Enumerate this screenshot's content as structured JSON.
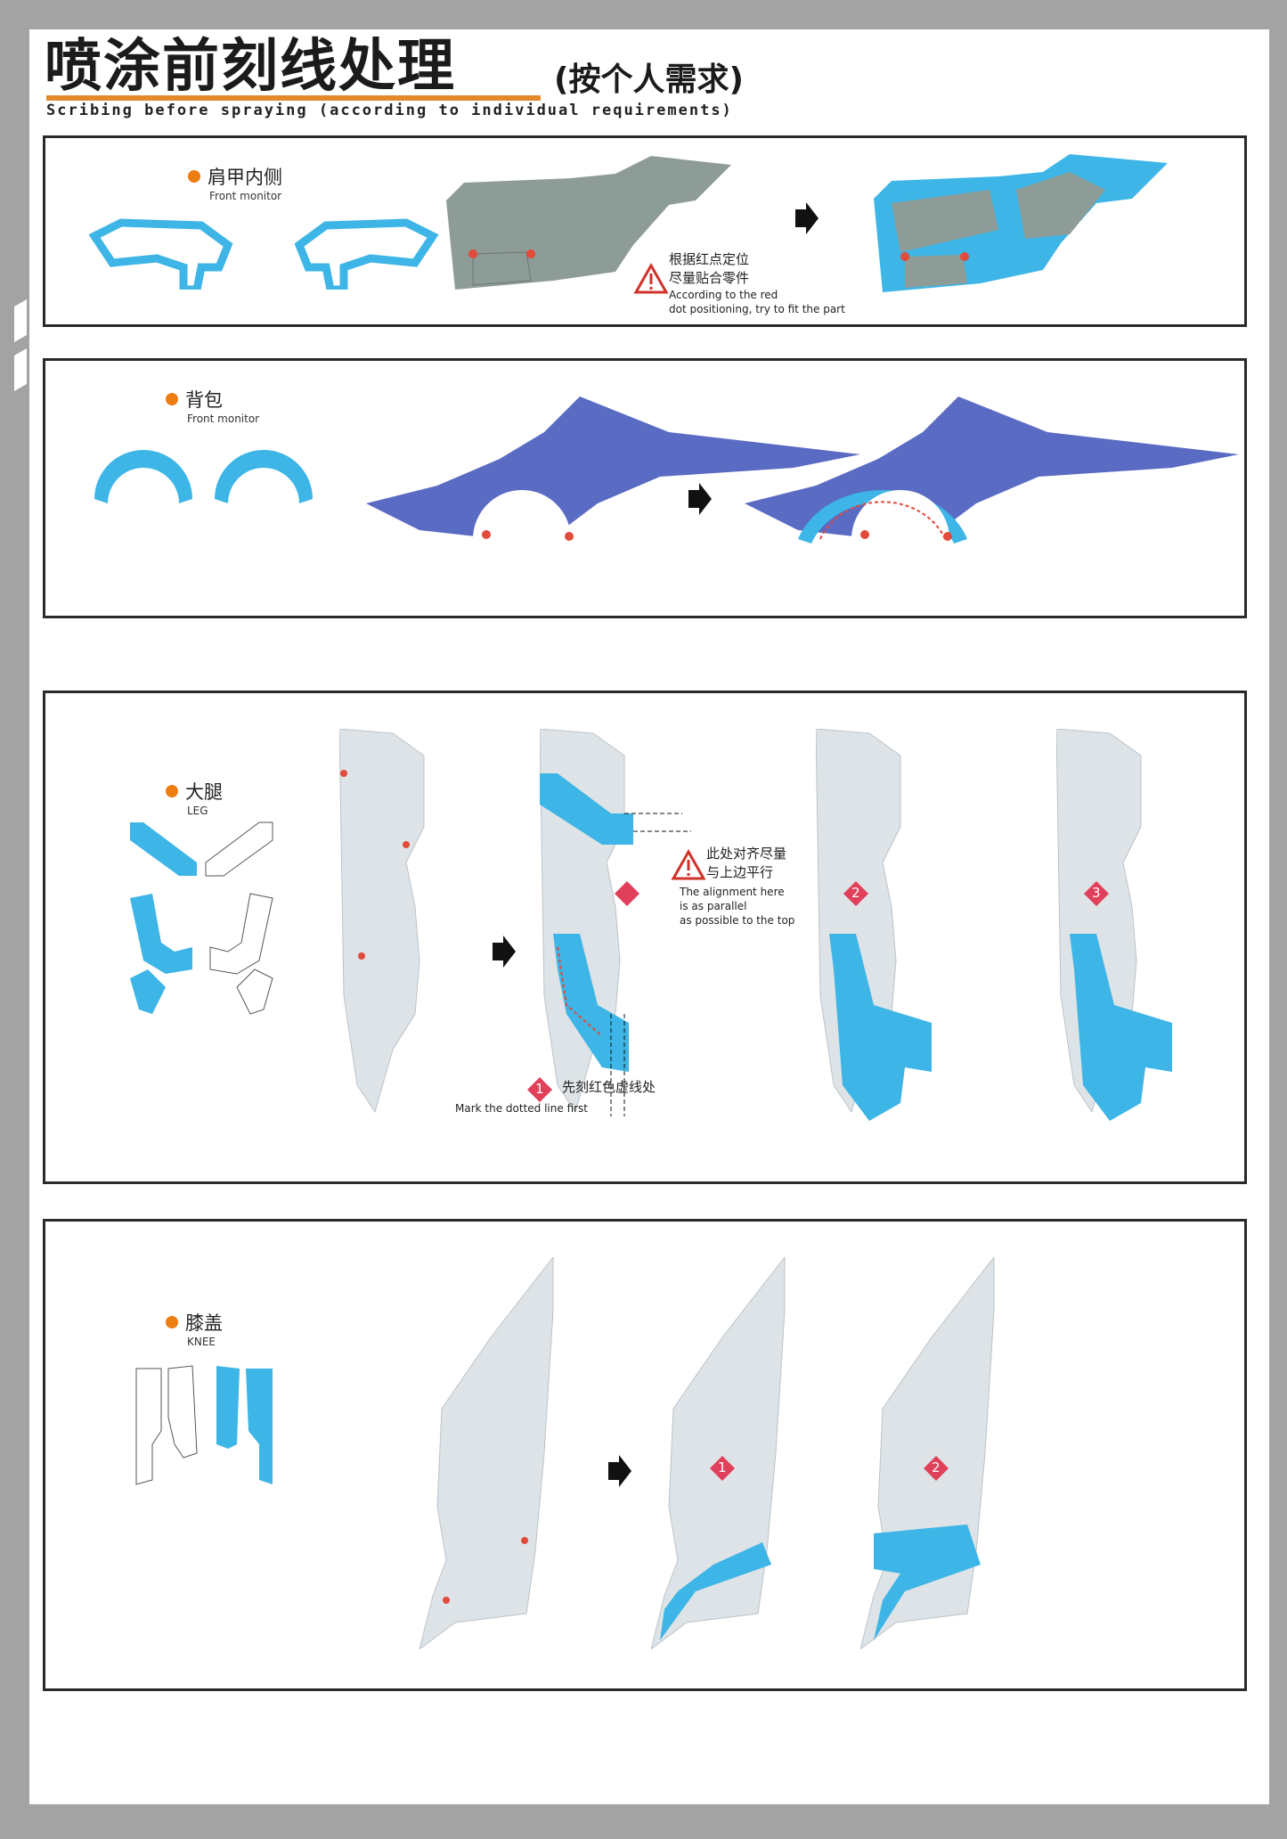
{
  "header": {
    "title": "喷涂前刻线处理",
    "title_note": "(按个人需求)",
    "subtitle": "Scribing before spraying (according to individual requirements)"
  },
  "sections": [
    {
      "cn": "肩甲内侧",
      "en": "Front monitor",
      "note_cn_1": "根据红点定位",
      "note_cn_2": "尽量贴合零件",
      "note_en_1": "According to the red",
      "note_en_2": "dot positioning, try to fit the part"
    },
    {
      "cn": "背包",
      "en": "Front monitor"
    },
    {
      "cn": "大腿",
      "en": "LEG",
      "note_cn_1": "此处对齐尽量",
      "note_cn_2": "与上边平行",
      "note_en_1": "The alignment here",
      "note_en_2": "is as parallel",
      "note_en_3": "as possible to the top",
      "step_note_cn": "先刻红色虚线处",
      "step_note_en": "Mark the dotted line first",
      "steps": [
        "1",
        "2",
        "3"
      ]
    },
    {
      "cn": "膝盖",
      "en": "KNEE",
      "steps": [
        "1",
        "2"
      ]
    }
  ],
  "colors": {
    "accent": "#e4892a",
    "blue": "#3db5e6",
    "purple": "#5a6bc4",
    "red": "#e24a3a",
    "gray_part": "#8e9c98",
    "light_part": "#dde3e6"
  }
}
